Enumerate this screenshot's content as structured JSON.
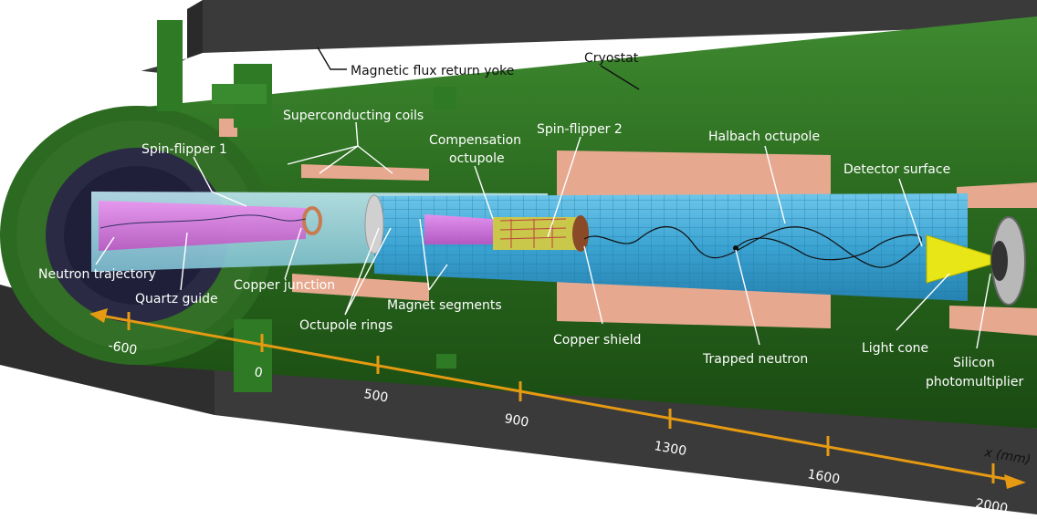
{
  "labels": {
    "yoke": "Magnetic flux return yoke",
    "cryostat": "Cryostat",
    "superconducting_coils": "Superconducting coils",
    "spin_flipper_1": "Spin-flipper 1",
    "compensation_octupole_line1": "Compensation",
    "compensation_octupole_line2": "octupole",
    "spin_flipper_2": "Spin-flipper 2",
    "halbach_octupole": "Halbach octupole",
    "detector_surface": "Detector surface",
    "neutron_trajectory": "Neutron trajectory",
    "quartz_guide": "Quartz guide",
    "copper_junction": "Copper junction",
    "magnet_segments": "Magnet segments",
    "octupole_rings": "Octupole rings",
    "copper_shield": "Copper shield",
    "trapped_neutron": "Trapped neutron",
    "light_cone": "Light cone",
    "silicon_pm_line1": "Silicon",
    "silicon_pm_line2": "photomultiplier"
  },
  "axis": {
    "label": "x (mm)",
    "ticks": [
      "-600",
      "0",
      "500",
      "900",
      "1300",
      "1600",
      "2000"
    ]
  },
  "colors": {
    "axis": "#e59a12",
    "cryostat_green": "#2e6b22",
    "octupole_blue": "#3fa9d6",
    "copper": "#e6a98f",
    "guide_magenta": "#e36fe0",
    "light_cone_yellow": "#e8e617",
    "yoke_gray": "#3a3a3a"
  }
}
